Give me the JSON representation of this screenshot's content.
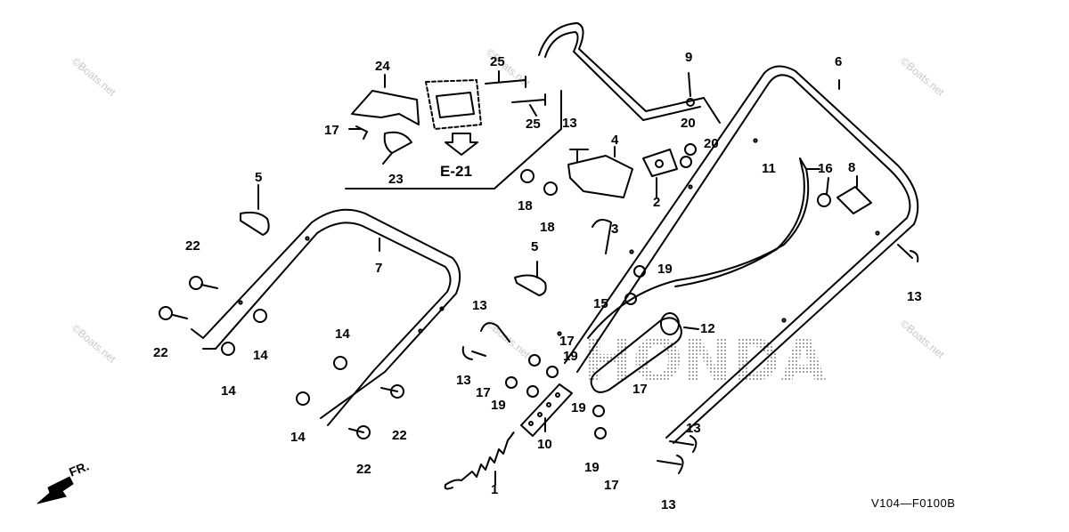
{
  "diagram": {
    "part_labels": [
      {
        "text": "1"
      },
      {
        "text": "2"
      },
      {
        "text": "3"
      },
      {
        "text": "4"
      },
      {
        "text": "5"
      },
      {
        "text": "5"
      },
      {
        "text": "6"
      },
      {
        "text": "7"
      },
      {
        "text": "8"
      },
      {
        "text": "9"
      },
      {
        "text": "10"
      },
      {
        "text": "11"
      },
      {
        "text": "12"
      },
      {
        "text": "13"
      },
      {
        "text": "13"
      },
      {
        "text": "13"
      },
      {
        "text": "13"
      },
      {
        "text": "13"
      },
      {
        "text": "13"
      },
      {
        "text": "14"
      },
      {
        "text": "14"
      },
      {
        "text": "14"
      },
      {
        "text": "14"
      },
      {
        "text": "15"
      },
      {
        "text": "16"
      },
      {
        "text": "17"
      },
      {
        "text": "17"
      },
      {
        "text": "17"
      },
      {
        "text": "17"
      },
      {
        "text": "17"
      },
      {
        "text": "18"
      },
      {
        "text": "18"
      },
      {
        "text": "19"
      },
      {
        "text": "19"
      },
      {
        "text": "19"
      },
      {
        "text": "19"
      },
      {
        "text": "19"
      },
      {
        "text": "20"
      },
      {
        "text": "20"
      },
      {
        "text": "22"
      },
      {
        "text": "22"
      },
      {
        "text": "22"
      },
      {
        "text": "22"
      },
      {
        "text": "23"
      },
      {
        "text": "24"
      },
      {
        "text": "25"
      },
      {
        "text": "25"
      }
    ],
    "reference_label": "E-21",
    "drawing_code": "V104—F0100B",
    "direction_label": "FR.",
    "brand_watermark": "HONDA",
    "site_watermark": "©Boats.net"
  },
  "colors": {
    "line": "#000000",
    "background": "#ffffff",
    "watermark": "#c8c8c8",
    "brand_dots": "#9a9a9a"
  }
}
